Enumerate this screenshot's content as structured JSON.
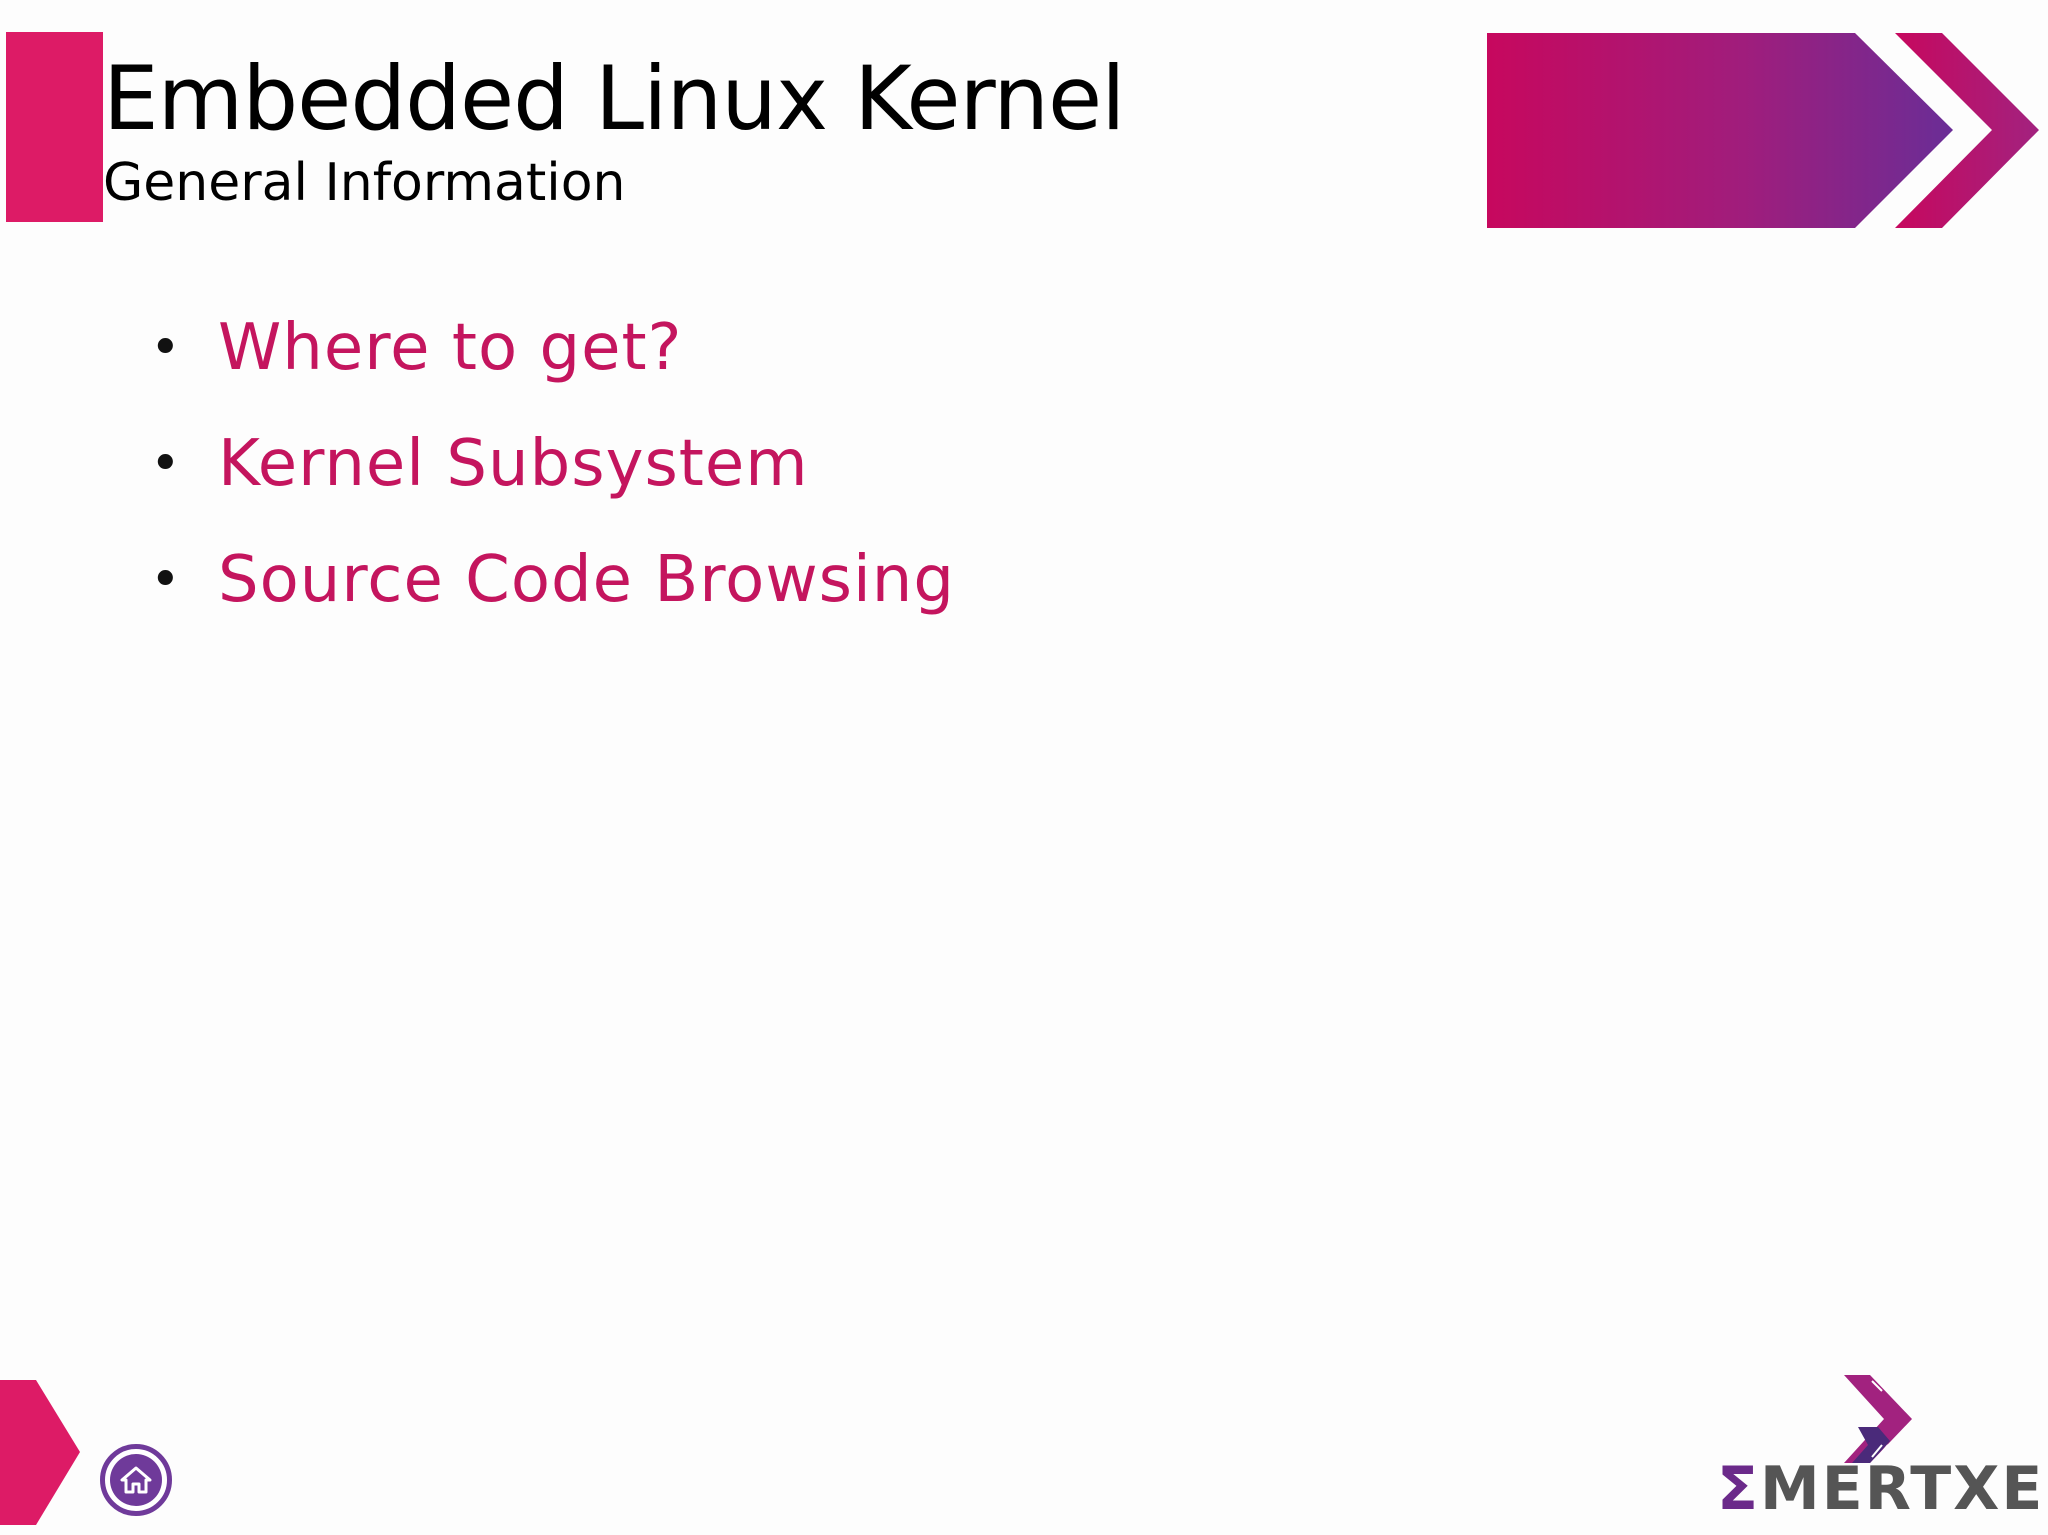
{
  "slide": {
    "title": "Embedded Linux Kernel",
    "subtitle": "General Information"
  },
  "bullets": [
    {
      "text": "Where to get?"
    },
    {
      "text": "Kernel Subsystem"
    },
    {
      "text": "Source Code Browsing"
    }
  ],
  "bullet_glyph": "•",
  "logo": {
    "sigma": "Σ",
    "text": "MERTXE"
  },
  "icons": {
    "home": "home-icon",
    "banner": "chevron-banner",
    "corner": "corner-arrow"
  },
  "colors": {
    "accent": "#dd1b66",
    "bullet_text": "#c4155e",
    "purple": "#6f3a9a"
  }
}
